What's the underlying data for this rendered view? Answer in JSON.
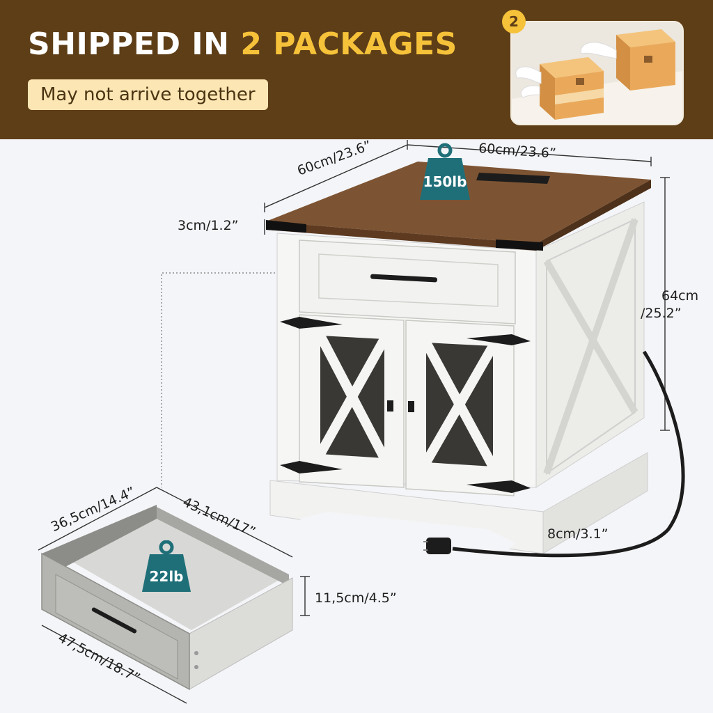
{
  "banner": {
    "headline_prefix": "SHIPPED IN",
    "headline_accent": "2 PACKAGES",
    "note": "May not arrive together",
    "package_count_badge": "2",
    "background_color": "#5e3e17",
    "accent_color": "#f6c23a"
  },
  "table": {
    "top_weight": "150lb",
    "dimensions": {
      "depth": "60cm/23.6”",
      "width": "60cm/23.6”",
      "top_thickness": "3cm/1.2”",
      "height_cm": "64cm",
      "height_in": "/25.2”",
      "base_height": "8cm/3.1”"
    }
  },
  "drawer": {
    "weight": "22lb",
    "dimensions": {
      "depth": "36,5cm/14.4”",
      "inner_width": "43,1cm/17”",
      "height": "11,5cm/4.5”",
      "width": "47,5cm/18.7”"
    }
  },
  "icons": [
    "weight-icon",
    "power-plug-icon",
    "shipping-box-icon"
  ]
}
